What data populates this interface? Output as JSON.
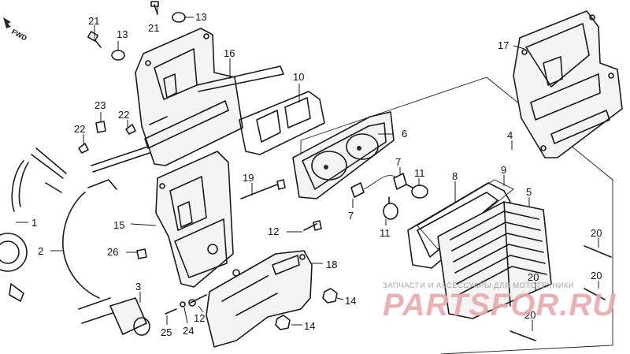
{
  "orientation": {
    "label": "FWD"
  },
  "callouts": [
    {
      "id": "c21a",
      "label": "21"
    },
    {
      "id": "c21b",
      "label": "21"
    },
    {
      "id": "c13a",
      "label": "13"
    },
    {
      "id": "c13b",
      "label": "13"
    },
    {
      "id": "c16",
      "label": "16"
    },
    {
      "id": "c10",
      "label": "10"
    },
    {
      "id": "c17",
      "label": "17"
    },
    {
      "id": "c23",
      "label": "23"
    },
    {
      "id": "c22a",
      "label": "22"
    },
    {
      "id": "c22b",
      "label": "22"
    },
    {
      "id": "c6",
      "label": "6"
    },
    {
      "id": "c4",
      "label": "4"
    },
    {
      "id": "c7a",
      "label": "7"
    },
    {
      "id": "c11a",
      "label": "11"
    },
    {
      "id": "c8",
      "label": "8"
    },
    {
      "id": "c9",
      "label": "9"
    },
    {
      "id": "c5",
      "label": "5"
    },
    {
      "id": "c19",
      "label": "19"
    },
    {
      "id": "c7b",
      "label": "7"
    },
    {
      "id": "c11b",
      "label": "11"
    },
    {
      "id": "c1",
      "label": "1"
    },
    {
      "id": "c15",
      "label": "15"
    },
    {
      "id": "c2",
      "label": "2"
    },
    {
      "id": "c12a",
      "label": "12"
    },
    {
      "id": "c26",
      "label": "26"
    },
    {
      "id": "c18",
      "label": "18"
    },
    {
      "id": "c20a",
      "label": "20"
    },
    {
      "id": "c20b",
      "label": "20"
    },
    {
      "id": "c20c",
      "label": "20"
    },
    {
      "id": "c20d",
      "label": "20"
    },
    {
      "id": "c3",
      "label": "3"
    },
    {
      "id": "c14a",
      "label": "14"
    },
    {
      "id": "c14b",
      "label": "14"
    },
    {
      "id": "c25",
      "label": "25"
    },
    {
      "id": "c24",
      "label": "24"
    },
    {
      "id": "c12b",
      "label": "12"
    }
  ],
  "watermark": {
    "tagline": "ЗАПЧАСТИ И АКСЕССУАРЫ ДЛЯ МОТОТЕХНИКИ",
    "brand": "PARTSFOR.RU"
  }
}
